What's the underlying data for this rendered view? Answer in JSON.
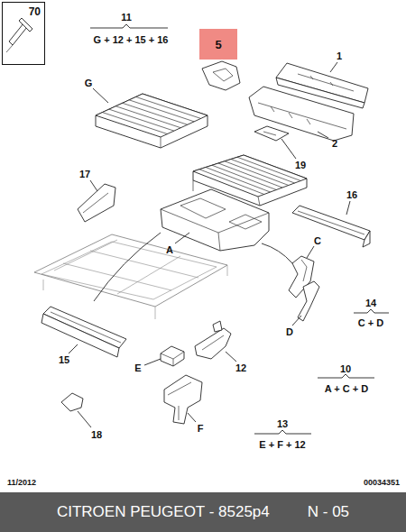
{
  "diagram": {
    "nodes": [
      {
        "text": [
          "70"
        ]
      },
      {
        "text": [
          "5"
        ]
      },
      {
        "text": [
          "CITROEN PEUGEOT - 8525p4",
          "N - 05"
        ]
      }
    ],
    "labels": [
      "11",
      "G + 12 + 15 + 16",
      "1",
      "G",
      "2",
      "19",
      "17",
      "16",
      "A",
      "C",
      "14",
      "C + D",
      "D",
      "15",
      "E",
      "12",
      "10",
      "A + C + D",
      "F",
      "18",
      "13",
      "E + F + 12",
      "11/2012",
      "00034351"
    ]
  }
}
